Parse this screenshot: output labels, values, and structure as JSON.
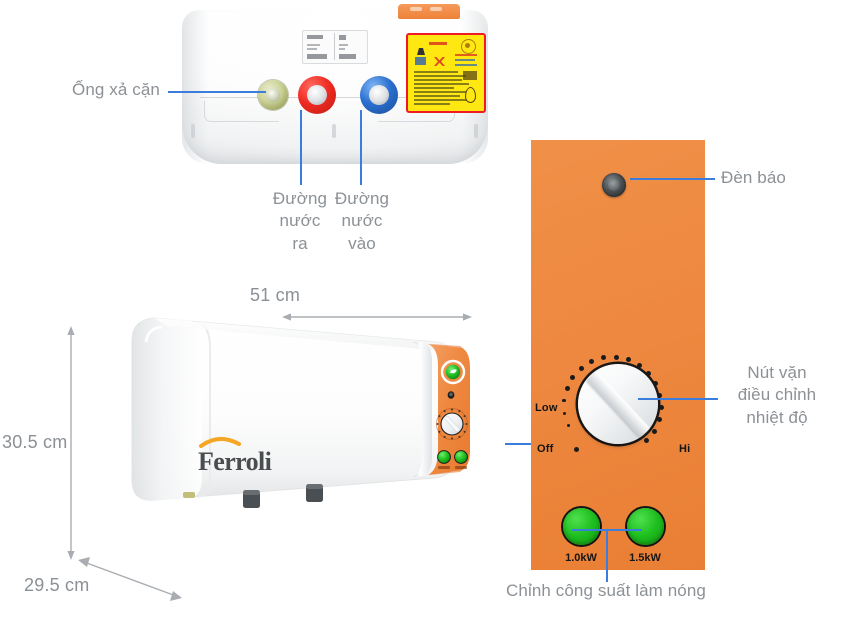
{
  "product": {
    "brand": "Ferroli",
    "brand_logo_text": "Ferroli"
  },
  "colors": {
    "panel_orange": "#ee8840",
    "leader_blue": "#3b7ddd",
    "callout_gray": "#8c9196",
    "dimension_gray": "#a9adb1",
    "warning_label_yellow": "#ffe712",
    "warning_label_border_red": "#ef1b24",
    "power_button_green": "#1fbf1f",
    "port_out_red": "#ef2b22",
    "port_in_blue": "#2a6fcf",
    "drain_brass": "#a7ae6c"
  },
  "callouts": {
    "drain_pipe": "Ống xả cặn",
    "water_outlet": "Đường\nnước\nra",
    "water_inlet": "Đường\nnước\nvào",
    "indicator_light": "Đèn báo",
    "temperature_knob": "Nút vặn\nđiều chỉnh\nnhiệt độ",
    "power_adjust": "Chỉnh công suất làm nóng"
  },
  "dimensions": {
    "width": "51 cm",
    "height": "30.5 cm",
    "depth": "29.5 cm"
  },
  "control_panel": {
    "knob_labels": {
      "low": "Low",
      "off": "Off",
      "hi": "Hi"
    },
    "power_buttons": [
      {
        "label": "1.0kW"
      },
      {
        "label": "1.5kW"
      }
    ]
  }
}
